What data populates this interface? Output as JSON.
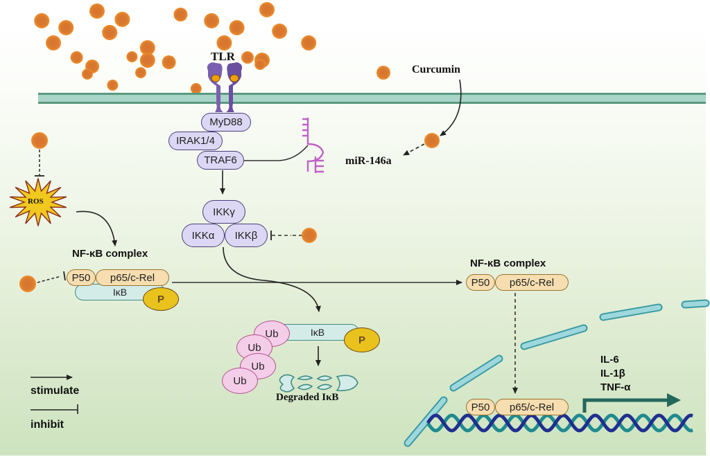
{
  "labels": {
    "tlr": "TLR",
    "curcumin": "Curcumin",
    "mir146a": "miR-146a",
    "ros": "ROS",
    "myd88": "MyD88",
    "irak": "IRAK1/4",
    "traf6": "TRAF6",
    "ikk_gamma": "IKKγ",
    "ikk_alpha": "IKKα",
    "ikk_beta": "IKKβ",
    "nfkb_complex_left": "NF-κB complex",
    "nfkb_complex_right": "NF-κB complex",
    "p50": "P50",
    "p65": "p65/c-Rel",
    "ikb": "IκB",
    "phospho": "P",
    "ub": "Ub",
    "degraded_ikb": "Degraded IκB",
    "cytokines": [
      "IL-6",
      "IL-1β",
      "TNF-α"
    ]
  },
  "legend": {
    "stimulate": "stimulate",
    "inhibit": "inhibit"
  },
  "colors": {
    "curcumin": "#e8882c",
    "curcumin_core": "#d7752f",
    "membrane": "#a8d5c8",
    "membrane_edge": "#5b9880",
    "tlr": "#7b5fb0",
    "kinase_fill": "#dcd7f4",
    "nfkb_fill": "#f6deb0",
    "ikb_fill": "#d3ece8",
    "phospho_fill": "#e9c21e",
    "ub_fill": "#f4cde8",
    "mirna": "#c060c8",
    "ros": "#f0c81e",
    "nucleus": "#6cc0c8",
    "dna_a": "#1f2f8f",
    "dna_b": "#1f8a8f",
    "transcription_arrow": "#23685c"
  }
}
